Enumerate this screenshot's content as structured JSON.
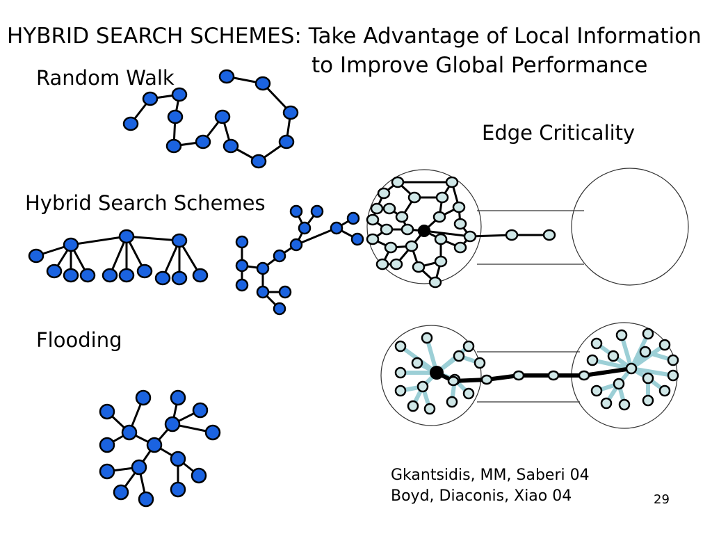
{
  "slide": {
    "title_line1": "HYBRID SEARCH SCHEMES: Take Advantage of Local Information",
    "title_line2": "to Improve Global Performance",
    "label_random_walk": "Random Walk",
    "label_hybrid": "Hybrid Search Schemes",
    "label_flooding": "Flooding",
    "label_edge_criticality": "Edge Criticality",
    "citation_line1": "Gkantsidis, MM, Saberi 04",
    "citation_line2": "Boyd, Diaconis, Xiao 04",
    "page_number": "29"
  },
  "colors": {
    "blue_node": "#1b63e0",
    "light_node": "#cfe7e7",
    "tree_edge": "#9ccfd6",
    "edge": "#000000"
  }
}
